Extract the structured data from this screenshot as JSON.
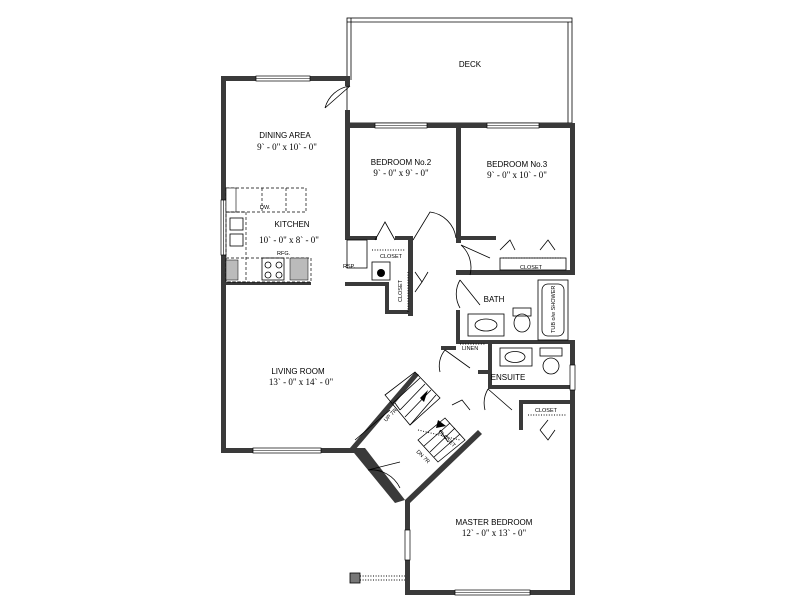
{
  "rooms": {
    "deck": {
      "name": "DECK"
    },
    "dining": {
      "name": "DINING AREA",
      "size": "9` - 0\" x 10` - 0\""
    },
    "bedroom2": {
      "name": "BEDROOM No.2",
      "size": "9` - 0\" x 9` - 0\""
    },
    "bedroom3": {
      "name": "BEDROOM No.3",
      "size": "9` - 0\" x 10` - 0\""
    },
    "kitchen": {
      "name": "KITCHEN",
      "size": "10` - 0\" x 8` - 0\""
    },
    "living": {
      "name": "LIVING ROOM",
      "size": "13` - 0\" x 14` - 0\""
    },
    "bath": {
      "name": "BATH"
    },
    "ensuite": {
      "name": "ENSUITE"
    },
    "master": {
      "name": "MASTER BEDROOM",
      "size": "12` - 0\" x 13` - 0\""
    }
  },
  "fixtures": {
    "dw": "DW.",
    "rfg": "RFG.",
    "rsp": "RSP.",
    "closet_bed2": "CLOSET",
    "closet_hall": "CLOSET",
    "closet_bed3": "CLOSET",
    "linen": "LINEN",
    "closet_master": "CLOSET",
    "closet_stair": "CLOSET",
    "tub": "TUB o/w SHOWER",
    "stair_up": "UP 7R",
    "stair_down": "DN 7R"
  }
}
